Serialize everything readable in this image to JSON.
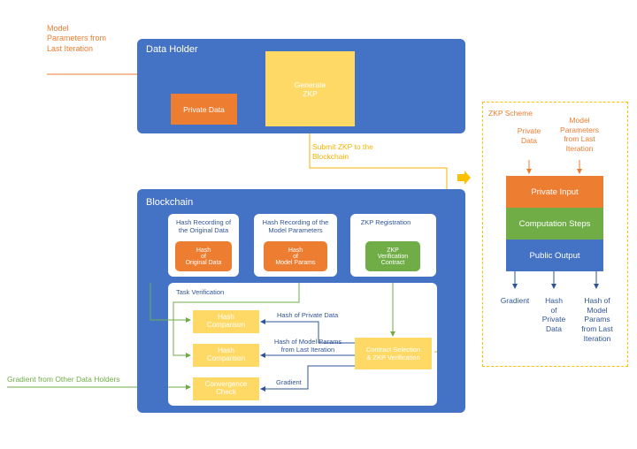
{
  "inputs": {
    "model_params": "Model\nParameters from\nLast Iteration",
    "gradient_other": "Gradient from Other Data Holders"
  },
  "data_holder": {
    "title": "Data Holder",
    "private_data": "Private Data",
    "generate_zkp": "Generate\nZKP"
  },
  "submit_label": "Submit ZKP to the\nBlockchain",
  "blockchain": {
    "title": "Blockchain",
    "hash_original": {
      "title": "Hash Recording of\nthe Original Data",
      "box": "Hash\nof\nOriginal Data"
    },
    "hash_params": {
      "title": "Hash Recording of the\nModel Parameters",
      "box": "Hash\nof\nModel Params"
    },
    "zkp_registration": {
      "title": "ZKP Registration",
      "box": "ZKP\nVerification\nContract"
    },
    "task_verification": {
      "title": "Task Verification",
      "hash_comparison_1": "Hash\nComparison",
      "hash_comparison_2": "Hash\nComparison",
      "convergence_check": "Convergence\nCheck",
      "contract_selection": "Contract Selection\n& ZKP Verification",
      "edge_hash_private": "Hash of Private Data",
      "edge_hash_params": "Hash of Model Params\nfrom Last Iteration",
      "edge_gradient": "Gradient"
    }
  },
  "zkp_scheme": {
    "title": "ZKP Scheme",
    "input_private": "Private\nData",
    "input_params": "Model\nParameters\nfrom Last\nIteration",
    "private_input": "Private Input",
    "computation_steps": "Computation Steps",
    "public_output": "Public Output",
    "out_gradient": "Gradient",
    "out_hash_private": "Hash\nof\nPrivate\nData",
    "out_hash_params": "Hash of\nModel\nParams\nfrom Last\nIteration"
  },
  "colors": {
    "blue": "#4472c4",
    "orange": "#ed7d31",
    "yellow": "#ffd966",
    "green": "#70ad47",
    "dark_blue": "#2f5597"
  }
}
